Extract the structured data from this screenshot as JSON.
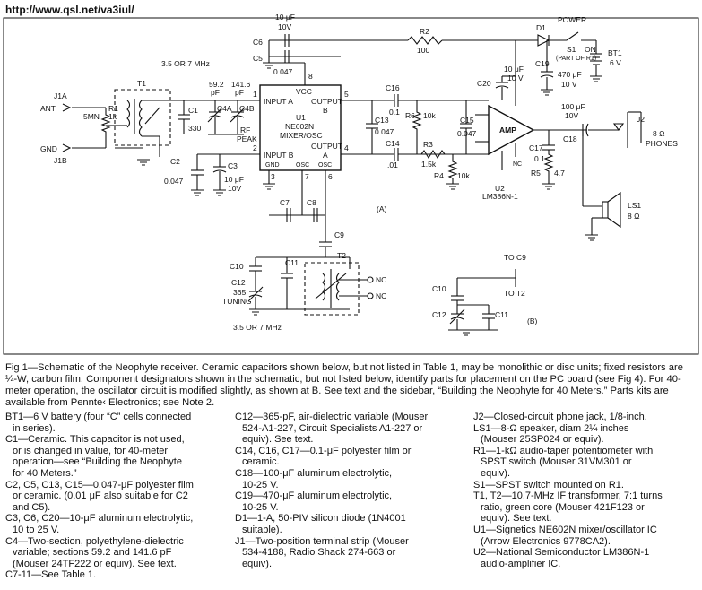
{
  "url": "http://www.qsl.net/va3iul/",
  "schematic": {
    "labels": {
      "ant": "ANT",
      "gnd": "GND",
      "j1a": "J1A",
      "j1b": "J1B",
      "r1": "R1",
      "r1_val1": "5MN",
      "r1_val2": "1k",
      "t1": "T1",
      "c1": "C1",
      "c1_val": "330",
      "c2": "C2",
      "c2_val": "0.047",
      "c3": "C3",
      "c3_val1": "10 μF",
      "c3_val2": "10V",
      "c4a": "C4A",
      "c4b": "C4B",
      "rf_peak1": "RF",
      "rf_peak2": "PEAK",
      "c4a_val1": "59.2",
      "c4a_val2": "pF",
      "c4b_val1": "141.6",
      "c4b_val2": "pF",
      "band_top": "3.5 OR 7 MHz",
      "c6": "C6",
      "c5": "C5",
      "c6_val1": "10 μF",
      "c6_val2": "10V",
      "c5_val": "0.047",
      "r2": "R2",
      "r2_val": "100",
      "d1": "D1",
      "power": "POWER",
      "s1": "S1",
      "s1_note": "(PART OF R1)",
      "on": "ON",
      "bt1": "BT1",
      "bt1_val": "6 V",
      "c19": "C19",
      "c19_val1": "470 μF",
      "c19_val2": "10 V",
      "c20": "C20",
      "c20_val1": "10 μF",
      "c20_val2": "10 V",
      "pin8": "8",
      "vcc": "VCC",
      "u1_input_a": "INPUT A",
      "u1_input_b": "INPUT B",
      "u1_out_b1": "OUTPUT",
      "u1_out_b2": "B",
      "u1_out_a1": "OUTPUT",
      "u1_out_a2": "A",
      "u1": "U1",
      "u1_part": "NE602N",
      "u1_func": "MIXER/OSC",
      "u1_gnd": "GND",
      "u1_osc1": "OSC",
      "u1_osc2": "OSC",
      "pin1": "1",
      "pin2": "2",
      "pin3": "3",
      "pin4": "4",
      "pin5": "5",
      "pin6": "6",
      "pin7": "7",
      "c16": "C16",
      "c16_val": "0.1",
      "c13": "C13",
      "c13_val": "0.047",
      "c14": "C14",
      "c14_val": ".01",
      "r6": "R6",
      "r6_val": "10k",
      "r3": "R3",
      "r3_val": "1.5k",
      "r4": "R4",
      "r4_val": "10k",
      "c15": "C15",
      "c15_val": "0.047",
      "amp": "AMP",
      "u2": "U2",
      "u2_part": "LM386N-1",
      "nc": "NC",
      "c17": "C17",
      "c17_val": "0.1",
      "r5": "R5",
      "r5_val": "4.7",
      "c18": "C18",
      "c18_val1": "100 μF",
      "c18_val2": "10V",
      "j2": "J2",
      "phones1": "8 Ω",
      "phones2": "PHONES",
      "ls1": "LS1",
      "ls1_val": "8 Ω",
      "c7": "C7",
      "c8": "C8",
      "c9": "C9",
      "c10": "C10",
      "c11": "C11",
      "c12": "C12",
      "c12_val": "365",
      "tuning": "TUNING",
      "t2": "T2",
      "nc2": "NC",
      "nc3": "NC",
      "band_bottom": "3.5 OR 7 MHz",
      "label_a": "(A)",
      "label_b": "(B)",
      "to_c9": "TO C9",
      "to_t2": "TO T2",
      "b_c10": "C10",
      "b_c12": "C12",
      "b_c11": "C11"
    }
  },
  "caption": "Fig 1—Schematic of the Neophyte receiver. Ceramic capacitors shown below, but not listed in Table 1, may be monolithic or disc units; fixed resistors are ¼-W, carbon film. Component designators shown in the schematic, but not listed below, identify parts for placement on the PC board (see Fig 4). For 40-meter operation, the oscillator circuit is modified slightly, as shown at B. See text and the sidebar, “Building the Neophyte for 40 Meters.” Parts kits are available from Pennte‹ Electronics; see Note 2.",
  "parts_col1": [
    "BT1—6 V battery (four “C” cells connected",
    "  in series).",
    "C1—Ceramic. This capacitor is not used,",
    "  or is changed in value, for 40-meter",
    "  operation—see “Building the Neophyte",
    "  for 40 Meters.”",
    "C2, C5, C13, C15—0.047-μF polyester film",
    "  or ceramic. (0.01 μF also suitable for C2",
    "  and C5).",
    "C3, C6, C20—10-μF aluminum electrolytic,",
    "  10 to 25 V.",
    "C4—Two-section, polyethylene-dielectric",
    "  variable; sections 59.2 and 141.6 pF",
    "  (Mouser 24TF222 or equiv). See text.",
    "C7-11—See Table 1."
  ],
  "parts_col2": [
    "C12—365-pF, air-dielectric variable (Mouser",
    "  524-A1-227, Circuit Specialists A1-227 or",
    "  equiv). See text.",
    "C14, C16, C17—0.1-μF polyester film or",
    "  ceramic.",
    "C18—100-μF aluminum electrolytic,",
    "  10-25 V.",
    "C19—470-μF aluminum electrolytic,",
    "  10-25 V.",
    "D1—1-A, 50-PIV silicon diode (1N4001",
    "  suitable).",
    "J1—Two-position terminal strip (Mouser",
    "  534-4188, Radio Shack 274-663 or",
    "  equiv)."
  ],
  "parts_col3": [
    "J2—Closed-circuit phone jack, 1/8-inch.",
    "LS1—8-Ω speaker, diam 2¼ inches",
    "  (Mouser 25SP024 or equiv).",
    "R1—1-kΩ audio-taper potentiometer with",
    "  SPST switch (Mouser 31VM301 or",
    "  equiv).",
    "S1—SPST switch mounted on R1.",
    "T1, T2—10.7-MHz IF transformer, 7:1 turns",
    "  ratio, green core (Mouser 421F123 or",
    "  equiv). See text.",
    "U1—Signetics NE602N mixer/oscillator IC",
    "  (Arrow Electronics 9778CA2).",
    "U2—National Semiconductor LM386N-1",
    "  audio-amplifier IC."
  ]
}
